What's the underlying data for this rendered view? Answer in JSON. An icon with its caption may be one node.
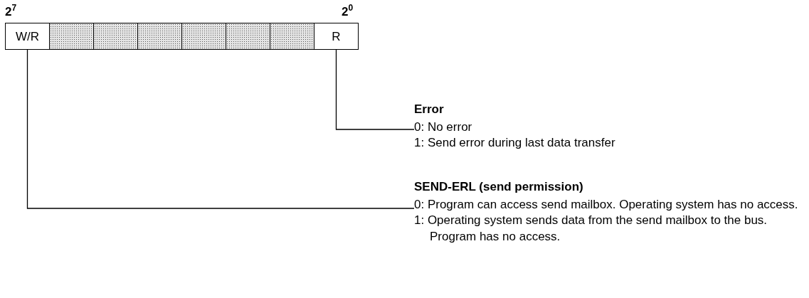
{
  "diagram": {
    "nodes": [
      {
        "text": [
          "W/R"
        ]
      },
      {
        "text": [],
        "shape": "box"
      },
      {
        "text": [],
        "shape": "box"
      },
      {
        "text": [],
        "shape": "box"
      },
      {
        "text": [],
        "shape": "box"
      },
      {
        "text": [],
        "shape": "box"
      },
      {
        "text": [],
        "shape": "box"
      },
      {
        "text": [
          "R"
        ]
      },
      {
        "text": [
          "Error",
          "0: No error",
          "1: Send error during last data transfer"
        ]
      },
      {
        "text": [
          "SEND-ERL (send permission)",
          "0: Program can access send mailbox. Operating system has no access.",
          "1: Operating system sends data from the send mailbox to the bus. Program has no access."
        ]
      }
    ],
    "edges": [
      {
        "from": 7,
        "to": 8,
        "arrow": "none"
      },
      {
        "from": 0,
        "to": 9,
        "arrow": "none"
      }
    ],
    "labels": [
      "2$^{7}$",
      "2$^{0}$"
    ]
  }
}
